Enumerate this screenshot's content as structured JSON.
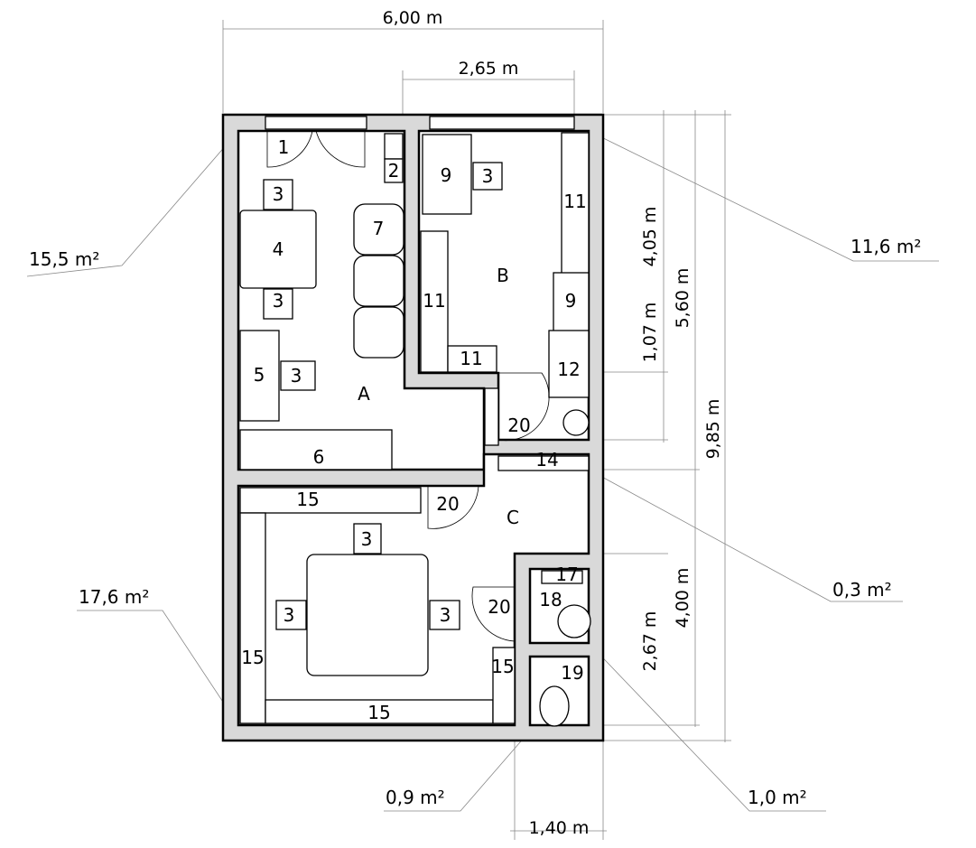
{
  "dimensions": {
    "total_width": "6,00 m",
    "room_b_width": "2,65 m",
    "height_a": "4,05 m",
    "height_b": "1,07 m",
    "height_upper": "5,60 m",
    "total_height": "9,85 m",
    "height_lower": "4,00 m",
    "height_bath": "2,67 m",
    "bath_width": "1,40 m"
  },
  "areas": {
    "room_a": "15,5 m²",
    "room_b": "11,6 m²",
    "room_c": "17,6 m²",
    "storage": "0,3 m²",
    "wc": "0,9 m²",
    "bath": "1,0 m²"
  },
  "rooms": {
    "a": "A",
    "b": "B",
    "c": "C"
  },
  "furniture": {
    "n1": "1",
    "n2": "2",
    "n3": "3",
    "n4": "4",
    "n5": "5",
    "n6": "6",
    "n7": "7",
    "n9": "9",
    "n11": "11",
    "n12": "12",
    "n14": "14",
    "n15": "15",
    "n17": "17",
    "n18": "18",
    "n19": "19",
    "n20": "20"
  },
  "colors": {
    "wall": "#d9d9d9",
    "line": "#000000"
  }
}
